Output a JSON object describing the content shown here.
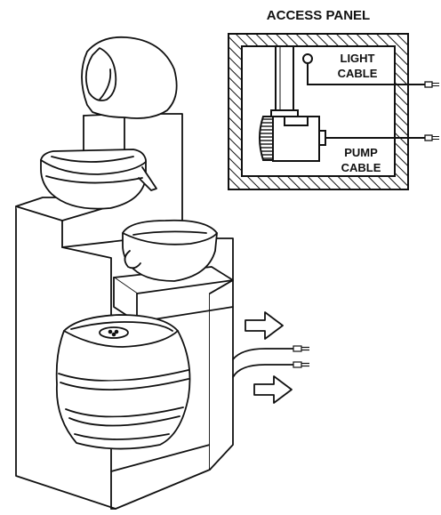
{
  "panel": {
    "title": "ACCESS PANEL",
    "light_cable": [
      "LIGHT",
      "CABLE"
    ],
    "pump_cable": [
      "PUMP",
      "CABLE"
    ]
  }
}
